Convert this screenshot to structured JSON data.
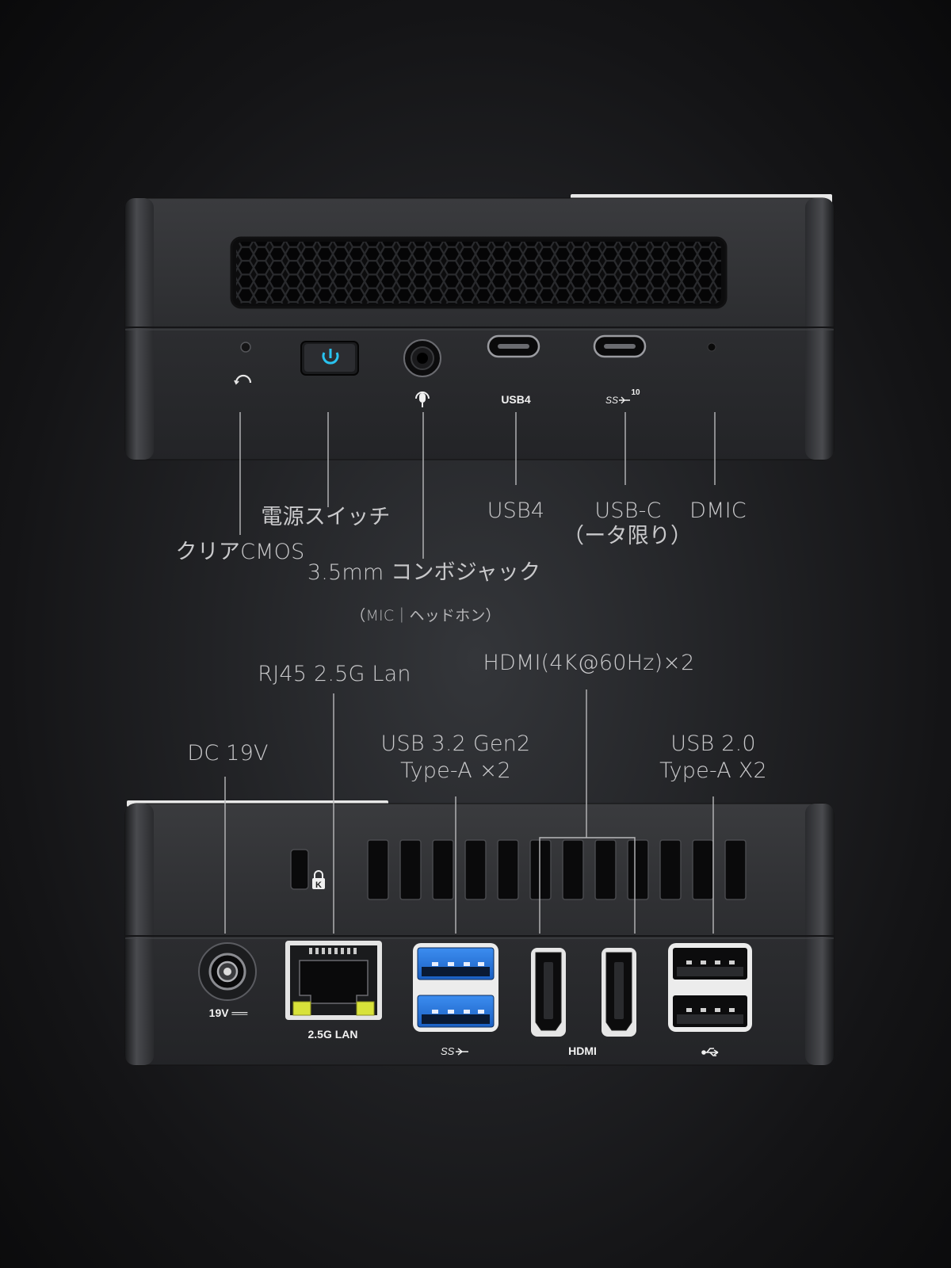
{
  "front_labels": {
    "clear_cmos": "クリアCMOS",
    "power_switch": "電源スイッチ",
    "combo_jack": "3.5mm コンボジャック",
    "combo_jack_note": "（MIC｜ヘッドホン）",
    "usb4": "USB4",
    "usbc_line1": "USB-C",
    "usbc_line2": "（ータ限り）",
    "dmic": "DMIC"
  },
  "front_port_marks": {
    "usb4": "USB4",
    "usbc_speed": "10"
  },
  "rear_labels": {
    "dc": "DC 19V",
    "rj45": "RJ45 2.5G Lan",
    "usb32_line1": "USB 3.2 Gen2",
    "usb32_line2": "Type-A ×2",
    "hdmi": "HDMI(4K@60Hz)×2",
    "usb20_line1": "USB 2.0",
    "usb20_line2": "Type-A X2"
  },
  "rear_port_marks": {
    "dc": "19V ══",
    "lan": "2.5G LAN",
    "hdmi": "HDMI"
  },
  "colors": {
    "power_led": "#29c3f0",
    "usb3_blue": "#1e6fd6",
    "lan_led": "#d8e23a"
  },
  "icons": {
    "clear_cmos": "reset-arc-icon",
    "power": "power-icon",
    "headset": "headset-mic-icon",
    "superspeed": "usb-ss-icon",
    "usb": "usb-icon",
    "lock": "kensington-lock-icon"
  }
}
